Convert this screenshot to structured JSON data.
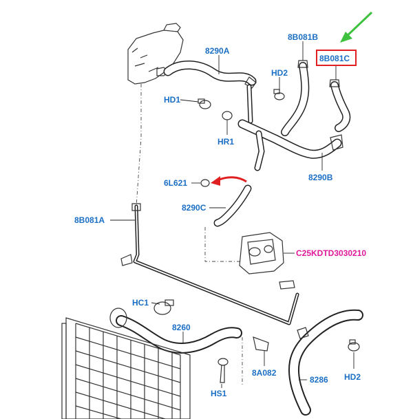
{
  "labels": {
    "hose_8290A": "8290A",
    "hose_8B081B": "8B081B",
    "hose_8B081C": "8B081C",
    "clamp_HD2_top": "HD2",
    "clamp_HD1": "HD1",
    "ring_HR1": "HR1",
    "hose_8290B": "8290B",
    "oring_6L621": "6L621",
    "hose_8290C": "8290C",
    "pipe_8B081A": "8B081A",
    "ref_C25KDTD3030210": "C25KDTD3030210",
    "clamp_HC1": "HC1",
    "hose_8260": "8260",
    "bracket_8A082": "8A082",
    "hose_8286": "8286",
    "screw_HS1": "HS1",
    "clamp_HD2_bottom": "HD2"
  },
  "colors": {
    "label": "#1b6fc4",
    "reference_label": "#e0199a",
    "highlight_box": "#e02020",
    "green_arrow": "#3ec13e",
    "red_arrow": "#e02020"
  }
}
